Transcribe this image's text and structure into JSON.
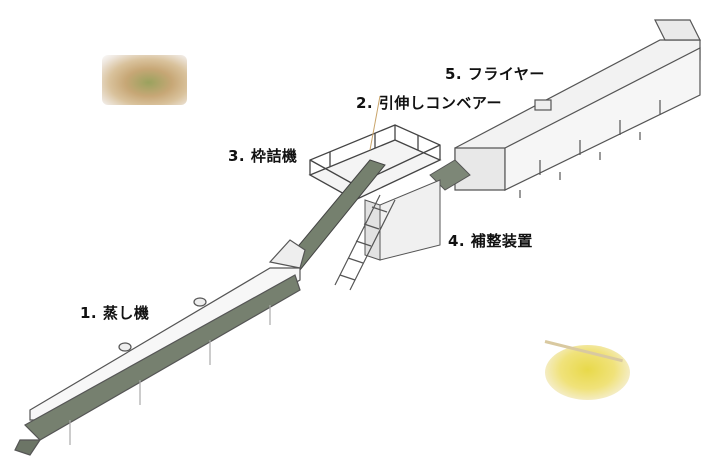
{
  "diagram": {
    "type": "production-line-illustration",
    "colors": {
      "background": "#ffffff",
      "line": "#555555",
      "belt": "#6f7a68",
      "frame": "#b8b8b8",
      "label": "#111111"
    },
    "labels": [
      {
        "id": "steamer",
        "text": "1.  蒸し機"
      },
      {
        "id": "stretch-conveyor",
        "text": "2.  引伸しコンベアー"
      },
      {
        "id": "frame-filler",
        "text": "3.  枠詰機"
      },
      {
        "id": "adjuster",
        "text": "4.  補整装置"
      },
      {
        "id": "fryer",
        "text": "5.  フライヤー"
      }
    ],
    "photos": [
      {
        "id": "raw-noodle-block",
        "description": "noodle block in tray"
      },
      {
        "id": "noodle-cup",
        "description": "cooked noodles in cup with chopsticks"
      }
    ]
  }
}
